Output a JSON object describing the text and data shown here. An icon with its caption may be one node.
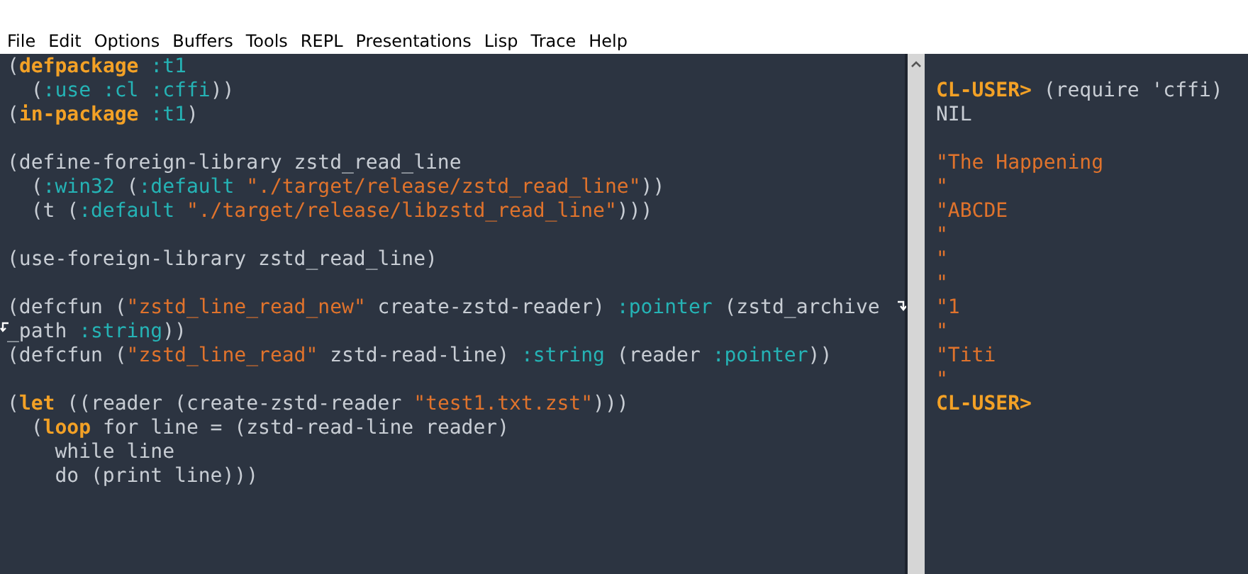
{
  "diagram": {
    "labels": [
      "File",
      "Edit",
      "Options",
      "Buffers",
      "Tools",
      "REPL",
      "Presentations",
      "Lisp",
      "Trace",
      "Help",
      "(**defpackage** :t1",
      "(:use :cl :cffi))",
      "(**in-package** :t1)",
      "(define-foreign-library zstd_read_line",
      "(:win32 (:default \"./target/release/zstd_read_line\"))",
      "(t (:default \"./target/release/libzstd_read_line\")))",
      "(use-foreign-library zstd_read_line)",
      "(defcfun (\"zstd_line_read_new\" create-zstd-reader) :pointer (zstd_archive",
      "_path :string))",
      "(defcfun (\"zstd_line_read\" zstd-read-line) :string (reader :pointer))",
      "(**let** ((reader (create-zstd-reader \"test1.txt.zst\")))",
      "(**loop** for line = (zstd-read-line reader)",
      "while line",
      "do (print line)))",
      "**CL-USER>** (require 'cffi)",
      "NIL",
      "\"The Happening",
      "\"",
      "\"ABCDE",
      "\"",
      "\"",
      "\"",
      "\"1",
      "\"",
      "\"Titi",
      "\"",
      "**CL-USER>**"
    ]
  }
}
